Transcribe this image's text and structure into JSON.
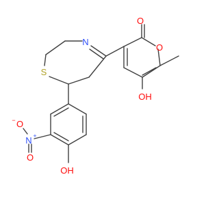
{
  "colors": {
    "carbon_bond": "#404040",
    "oxygen": "#ff0d0d",
    "nitrogen": "#3050f8",
    "sulfur": "#b2a32a",
    "background": "#ffffff"
  },
  "atoms": {
    "carbonyl_oxygen": "O",
    "ring_oxygen": "O",
    "ring_nitrogen": "N",
    "sulfur": "S",
    "hydroxyl_pyranone": "OH",
    "nitro_nitrogen": "N",
    "nitro_plus": "+",
    "nitro_oxygen_minus": "O",
    "nitro_minus": "−",
    "nitro_oxygen_double": "O",
    "hydroxyl_phenol": "OH"
  }
}
